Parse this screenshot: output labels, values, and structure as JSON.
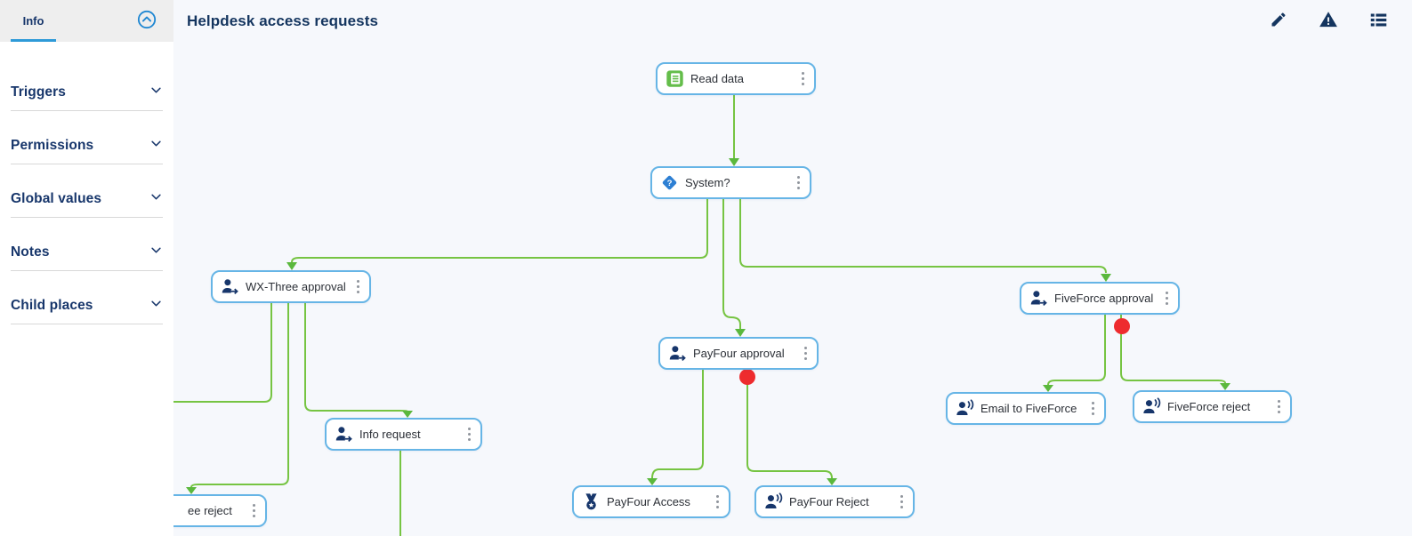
{
  "sidebar": {
    "tab_label": "Info",
    "items": [
      "Triggers",
      "Permissions",
      "Global values",
      "Notes",
      "Child places"
    ]
  },
  "header": {
    "title": "Helpdesk access requests",
    "actions": [
      {
        "icon": "pencil-icon"
      },
      {
        "icon": "warning-icon"
      },
      {
        "icon": "list-icon"
      }
    ]
  },
  "flow": {
    "nodes": {
      "read_data": {
        "label": "Read data",
        "icon": "document-icon"
      },
      "system": {
        "label": "System?",
        "icon": "decision-icon"
      },
      "wx_three_approval": {
        "label": "WX-Three approval",
        "icon": "person-assign-icon"
      },
      "fiveforce_approval": {
        "label": "FiveForce approval",
        "icon": "person-assign-icon"
      },
      "payfour_approval": {
        "label": "PayFour approval",
        "icon": "person-assign-icon"
      },
      "info_request": {
        "label": "Info request",
        "icon": "person-assign-icon"
      },
      "email_to_fiveforce": {
        "label": "Email to FiveForce",
        "icon": "person-notify-icon"
      },
      "fiveforce_reject": {
        "label": "FiveForce reject",
        "icon": "person-notify-icon"
      },
      "payfour_access": {
        "label": "PayFour Access",
        "icon": "badge-icon"
      },
      "payfour_reject": {
        "label": "PayFour Reject",
        "icon": "person-notify-icon"
      },
      "ee_reject_partial": {
        "label": "ee reject",
        "icon": "hidden"
      }
    },
    "error_dots": 2
  },
  "colors": {
    "navy": "#17366b",
    "accent": "#2e9ad8",
    "node-border": "#66b5e6",
    "connector": "#76c442",
    "connector-arrow": "#5bb83d",
    "error-dot": "#ee2b2e"
  }
}
